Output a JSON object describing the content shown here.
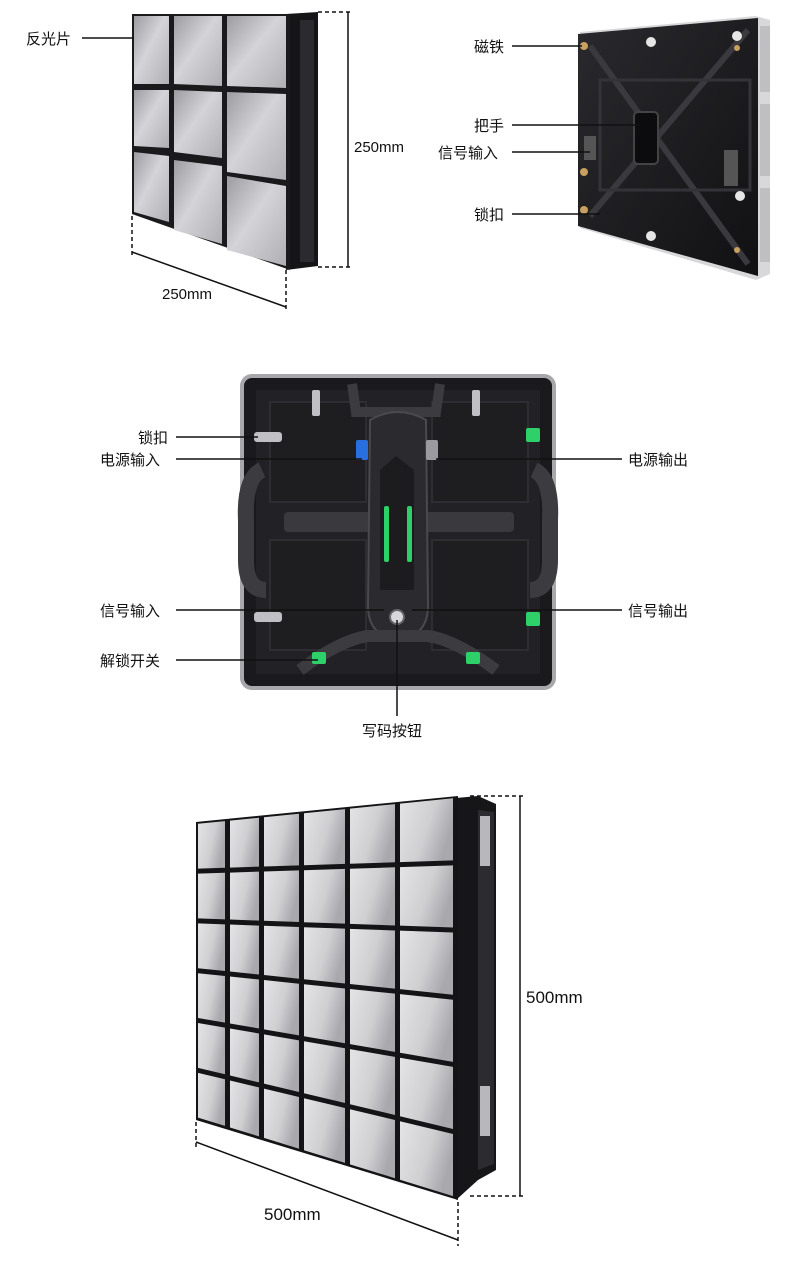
{
  "section1": {
    "label_reflector": "反光片",
    "dim_height": "250mm",
    "dim_width": "250mm"
  },
  "section2": {
    "label_magnet": "磁铁",
    "label_handle": "把手",
    "label_signal_in": "信号输入",
    "label_lock": "锁扣"
  },
  "section3": {
    "label_lock": "锁扣",
    "label_power_in": "电源输入",
    "label_power_out": "电源输出",
    "label_signal_in": "信号输入",
    "label_signal_out": "信号输出",
    "label_unlock_switch": "解锁开关",
    "label_write_code_button": "写码按钮"
  },
  "section4": {
    "dim_height": "500mm",
    "dim_width": "500mm"
  },
  "colors": {
    "panel_dark": "#1c1c1e",
    "panel_silver": "#c9c9cc",
    "accent_green": "#2ed06a",
    "accent_blue": "#2a6fe0"
  }
}
